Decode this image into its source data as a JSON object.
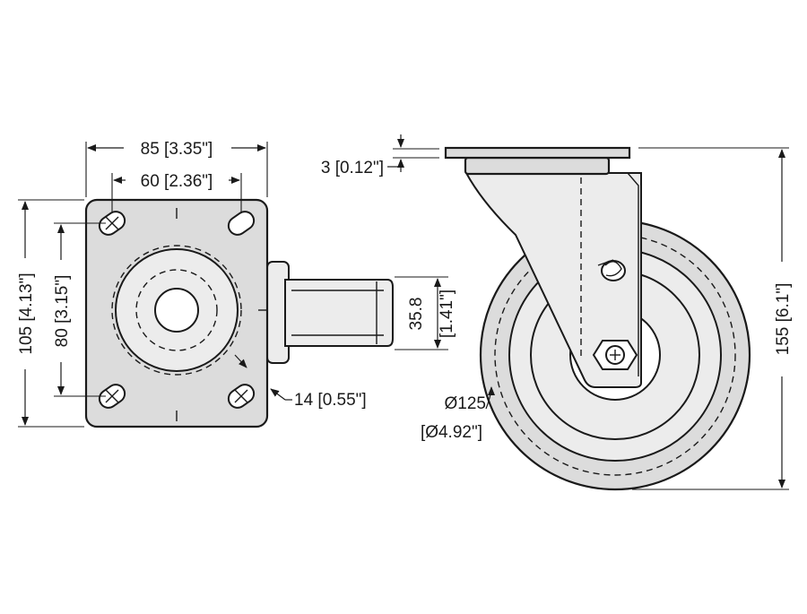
{
  "dimensions": {
    "plate_width": "85 [3.35\"]",
    "hole_spacing_x": "60 [2.36\"]",
    "plate_height": "105 [4.13\"]",
    "hole_spacing_y": "80 [3.15\"]",
    "hole_diameter": "14 [0.55\"]",
    "wheel_width_mm": "35.8",
    "wheel_width_in": "[1.41\"]",
    "plate_thickness": "3 [0.12\"]",
    "wheel_diameter_mm": "Ø125",
    "wheel_diameter_in": "[Ø4.92\"]",
    "overall_height": "155 [6.1\"]"
  }
}
